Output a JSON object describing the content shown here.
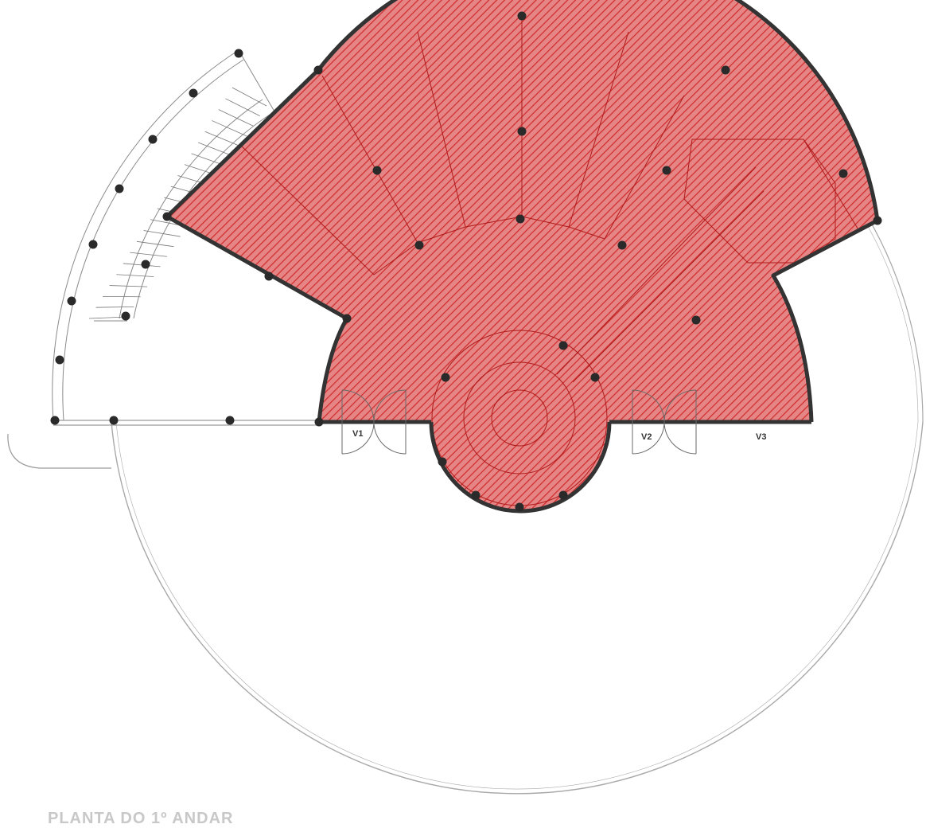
{
  "title": "PLANTA  DO 1º ANDAR",
  "window_labels": [
    "V1",
    "V2",
    "V3"
  ],
  "colors": {
    "hatch": "#d63a3a",
    "fill": "#e47f7f",
    "wall": "#333333",
    "thin_line": "#9a9a9a",
    "title": "#c8c8c8"
  }
}
